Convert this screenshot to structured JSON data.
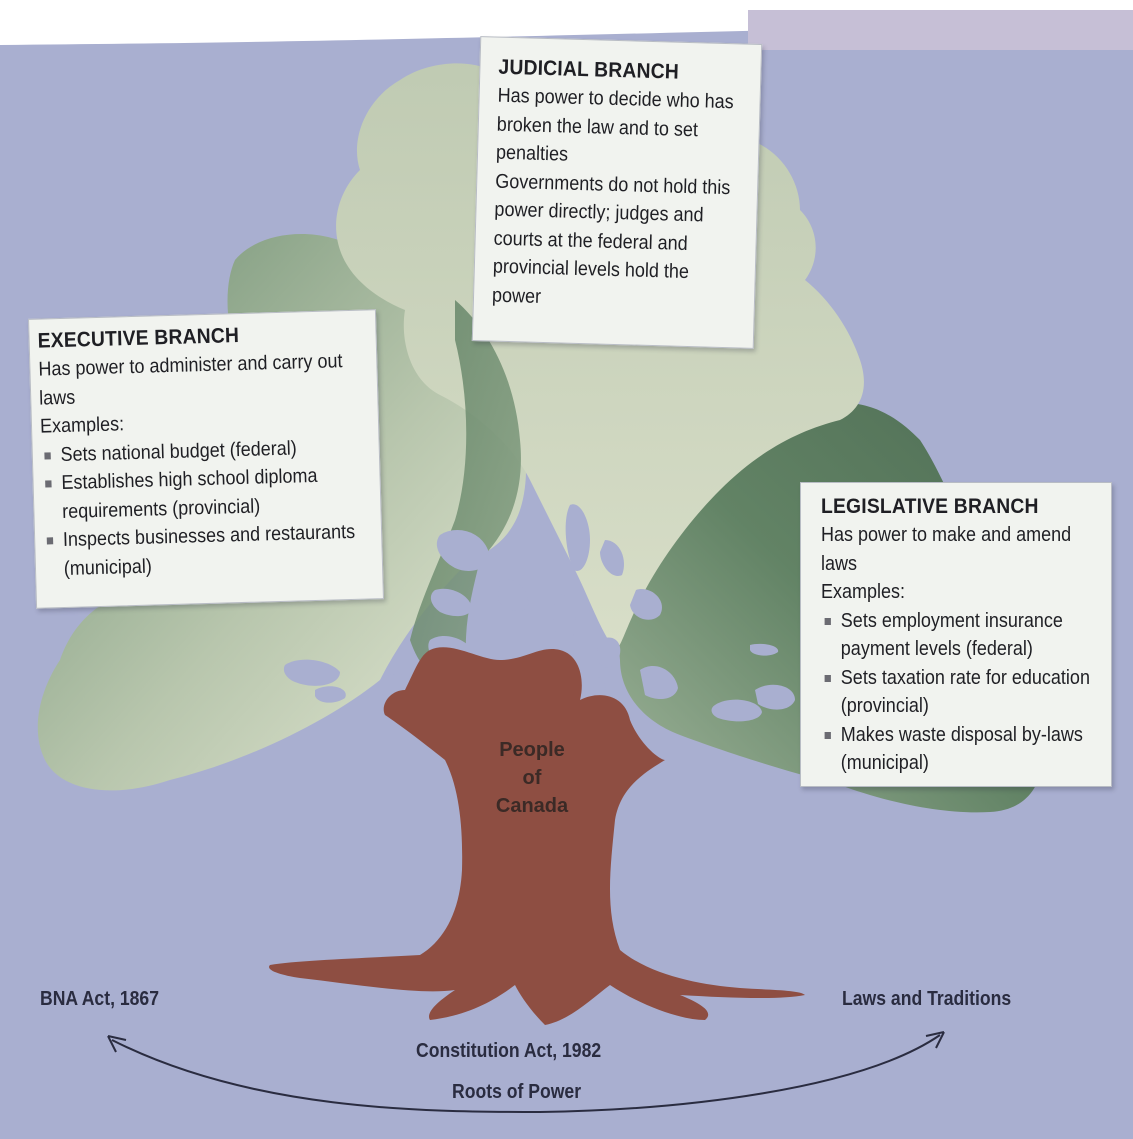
{
  "judicial": {
    "title": "JUDICIAL BRANCH",
    "description": "Has power to decide who has broken the law and to set penalties",
    "note": "Governments do not hold this power directly; judges and courts at the federal and provincial levels hold the power"
  },
  "executive": {
    "title": "EXECUTIVE BRANCH",
    "description": "Has power to administer and carry out laws",
    "examples_label": "Examples:",
    "examples": [
      "Sets national budget (federal)",
      "Establishes high school diploma requirements (provincial)",
      "Inspects businesses and restaurants (municipal)"
    ]
  },
  "legislative": {
    "title": "LEGISLATIVE BRANCH",
    "description": "Has power to make and amend laws",
    "examples_label": "Examples:",
    "examples": [
      "Sets employment insurance payment levels (federal)",
      "Sets taxation rate for education (provincial)",
      "Makes waste disposal by-laws (municipal)"
    ]
  },
  "trunk": {
    "line1": "People",
    "line2": "of",
    "line3": "Canada"
  },
  "roots": {
    "left": "BNA Act, 1867",
    "center": "Constitution Act, 1982",
    "right": "Laws and Traditions",
    "caption": "Roots of Power"
  },
  "colors": {
    "background": "#a9afd0",
    "trunk": "#8e4e42",
    "canopy_light": "#c3cdb6",
    "canopy_mid": "#8fa58a",
    "canopy_dark": "#587a5c",
    "box_fill": "#f1f3ef"
  }
}
